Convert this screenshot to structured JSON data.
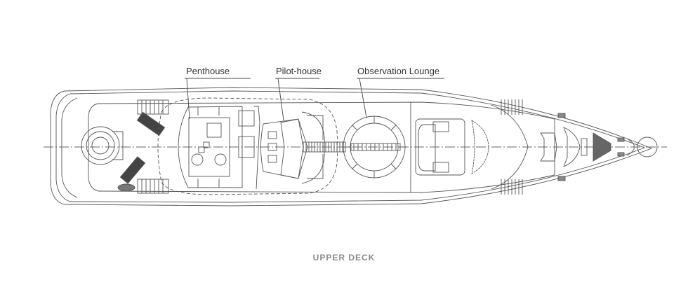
{
  "labels": {
    "penthouse": "Penthouse",
    "pilot_house": "Pilot-house",
    "observation_lounge": "Observation Lounge"
  },
  "caption": "UPPER DECK",
  "colors": {
    "line": "#555555",
    "caption": "#8a8a8a",
    "fill_dark": "#444444"
  }
}
